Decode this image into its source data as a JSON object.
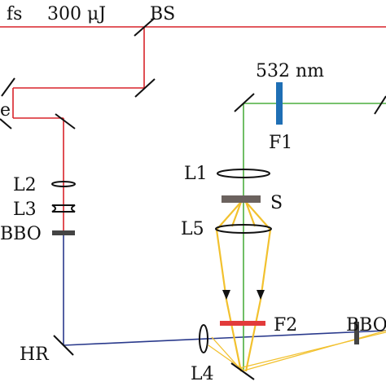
{
  "labels": {
    "fs": "fs",
    "energy": "300 μJ",
    "bs": "BS",
    "wavelength": "532 nm",
    "f1": "F1",
    "e_partial": "e",
    "l2": "L2",
    "l3": "L3",
    "bbo_left": "BBO",
    "l1": "L1",
    "s": "S",
    "l5": "L5",
    "f2": "F2",
    "hr": "HR",
    "l4": "L4",
    "bbo_right": "BBO"
  },
  "colors": {
    "fs_beam": "#d9232a",
    "green_beam": "#4cae3f",
    "blue_beam": "#2a3a8c",
    "signal_beam": "#f2c12e",
    "filter_f1": "#1f6fb5",
    "filter_f2": "#e23b3b",
    "sample": "#6b625e",
    "crystal": "#444444"
  }
}
